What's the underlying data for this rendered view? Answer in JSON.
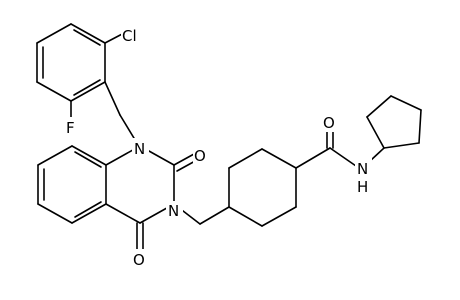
{
  "molecule": {
    "atoms": {
      "cl": "Cl",
      "f": "F",
      "n1": "N",
      "n3": "N",
      "o2": "O",
      "o4": "O",
      "o_amide": "O",
      "nh": "N",
      "h": "H"
    },
    "colors": {
      "bond": "#000000",
      "text": "#000000",
      "background": "#ffffff"
    }
  }
}
